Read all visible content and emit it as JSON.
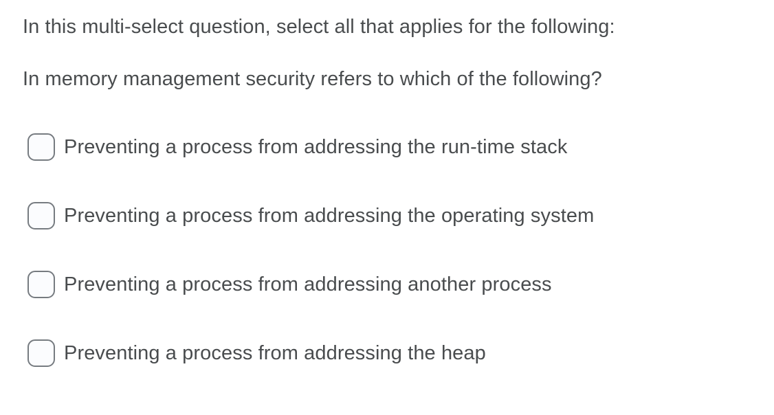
{
  "question": {
    "instruction": "In this multi-select question, select all that applies for the following:",
    "prompt": "In memory management security refers to which of the following?"
  },
  "options": [
    {
      "label": "Preventing a process from addressing the run-time stack",
      "checked": false
    },
    {
      "label": "Preventing a process from addressing the operating system",
      "checked": false
    },
    {
      "label": "Preventing a process from addressing another process",
      "checked": false
    },
    {
      "label": "Preventing a process from addressing the heap",
      "checked": false
    }
  ],
  "colors": {
    "text": "#494c4e",
    "checkbox_border": "#767b80",
    "checkbox_fill": "#fbfcfe",
    "background": "#ffffff"
  }
}
